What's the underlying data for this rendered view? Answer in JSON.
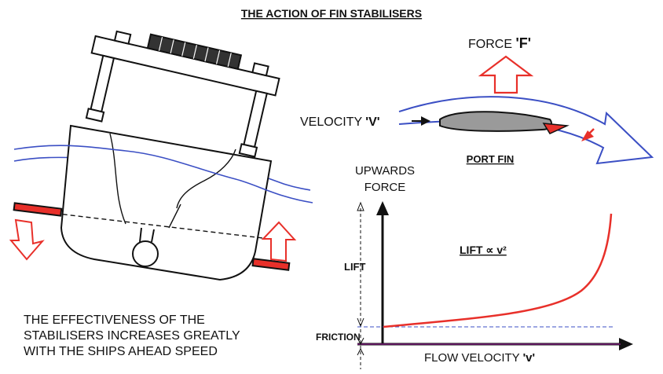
{
  "title": "THE ACTION OF FIN STABILISERS",
  "labels": {
    "force": "FORCE ",
    "force_symbol": "'F'",
    "velocity": "VELOCITY ",
    "velocity_symbol": "'V'",
    "port_fin": "PORT FIN",
    "upwards": "UPWARDS",
    "force2": "FORCE",
    "lift": "LIFT",
    "lift_relation": "LIFT ∝ v²",
    "friction": "FRICTION",
    "flow_velocity": "FLOW VELOCITY ",
    "flow_symbol": "'v'"
  },
  "caption": {
    "line1": "THE EFFECTIVENESS OF THE",
    "line2": "STABILISERS INCREASES GREATLY",
    "line3": "WITH THE SHIPS AHEAD SPEED"
  },
  "colors": {
    "red": "#e8302a",
    "blue": "#3b4fc4",
    "ink": "#111111",
    "fin": "#9a9a9a"
  }
}
